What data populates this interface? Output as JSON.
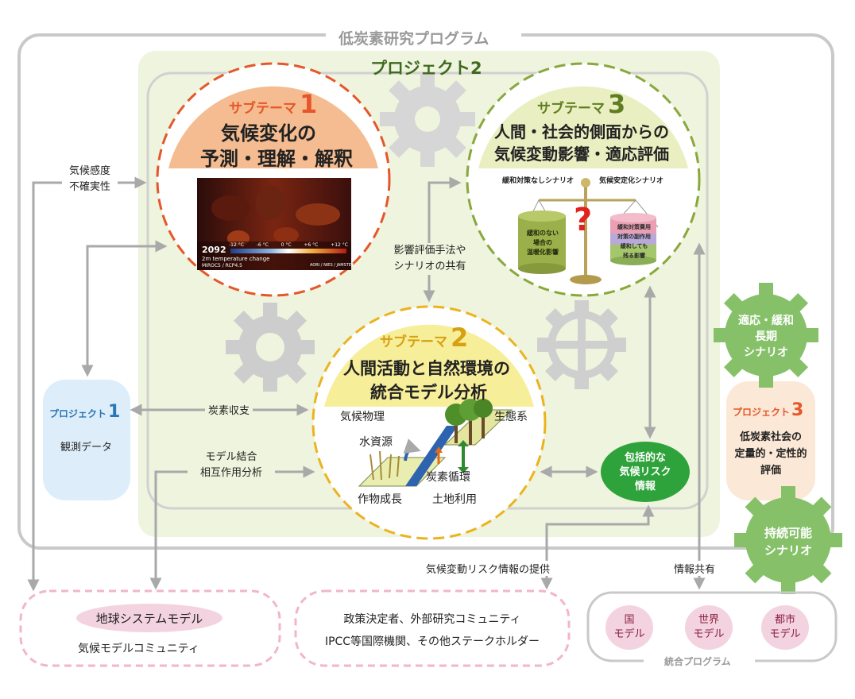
{
  "program_title": "低炭素研究プログラム",
  "project2_title": "プロジェクト2",
  "subtheme1": {
    "label": "サブテーマ",
    "num": "1",
    "line1": "気候変化の",
    "line2": "予測・理解・解釈",
    "map_year": "2092",
    "map_scale": [
      "-12 °C",
      "-6 °C",
      "0 °C",
      "+6 °C",
      "+12 °C"
    ],
    "map_caption": "2m temperature change",
    "map_model": "MIROC5 / RCP4.5",
    "map_credit": "AORI / NIES / JAMSTEC"
  },
  "subtheme3": {
    "label": "サブテーマ",
    "num": "3",
    "line1": "人間・社会的側面からの",
    "line2": "気候変動影響・適応評価",
    "scale_left_label": "緩和対策なしシナリオ",
    "scale_right_label": "気候安定化シナリオ",
    "left_pan": [
      "緩和のない",
      "場合の",
      "温暖化影響"
    ],
    "right_pan": [
      "緩和対策費用",
      "対策の副作用",
      "緩和しても",
      "残る影響"
    ],
    "question": "?"
  },
  "subtheme2": {
    "label": "サブテーマ",
    "num": "2",
    "line1": "人間活動と自然環境の",
    "line2": "統合モデル分析",
    "climate_physics": "気候物理",
    "ecosystem": "生態系",
    "water": "水資源",
    "carbon": "炭素循環",
    "crop": "作物成長",
    "landuse": "土地利用"
  },
  "labels": {
    "climate_sensitivity_1": "気候感度",
    "climate_sensitivity_2": "不確実性",
    "impact_sharing_1": "影響評価手法や",
    "impact_sharing_2": "シナリオの共有",
    "carbon_budget": "炭素収支",
    "model_coupling_1": "モデル結合",
    "model_coupling_2": "相互作用分析",
    "risk_provision": "気候変動リスク情報の提供",
    "info_sharing": "情報共有"
  },
  "project1": {
    "label": "プロジェクト",
    "num": "1",
    "desc": "観測データ"
  },
  "project3": {
    "label": "プロジェクト",
    "num": "3",
    "desc1": "低炭素社会の",
    "desc2": "定量的・定性的",
    "desc3": "評価"
  },
  "risk_info": {
    "line1": "包括的な",
    "line2": "気候リスク",
    "line3": "情報"
  },
  "scenario_adapt": {
    "line1": "適応・緩和",
    "line2": "長期",
    "line3": "シナリオ"
  },
  "scenario_sustain": {
    "line1": "持続可能",
    "line2": "シナリオ"
  },
  "esm_community": {
    "pill": "地球システムモデル",
    "desc": "気候モデルコミュニティ"
  },
  "policy_community": {
    "line1": "政策決定者、外部研究コミュニティ",
    "line2": "IPCC等国際機関、その他ステークホルダー"
  },
  "integrated": {
    "title": "統合プログラム",
    "models": [
      {
        "l1": "国",
        "l2": "モデル"
      },
      {
        "l1": "世界",
        "l2": "モデル"
      },
      {
        "l1": "都市",
        "l2": "モデル"
      }
    ]
  },
  "colors": {
    "frame_gray": "#c9c9c9",
    "project2_bg": "#eef4dd",
    "subtheme1_orange": "#e5572a",
    "subtheme2_yellow": "#ecb31f",
    "subtheme3_green": "#88a83c",
    "risk_green": "#2fa33b",
    "scenario_green": "#86c16a",
    "pink_dash": "#f1b7c6",
    "pink_pill": "#f3d3df",
    "project_title_green": "#3d6a1f"
  }
}
